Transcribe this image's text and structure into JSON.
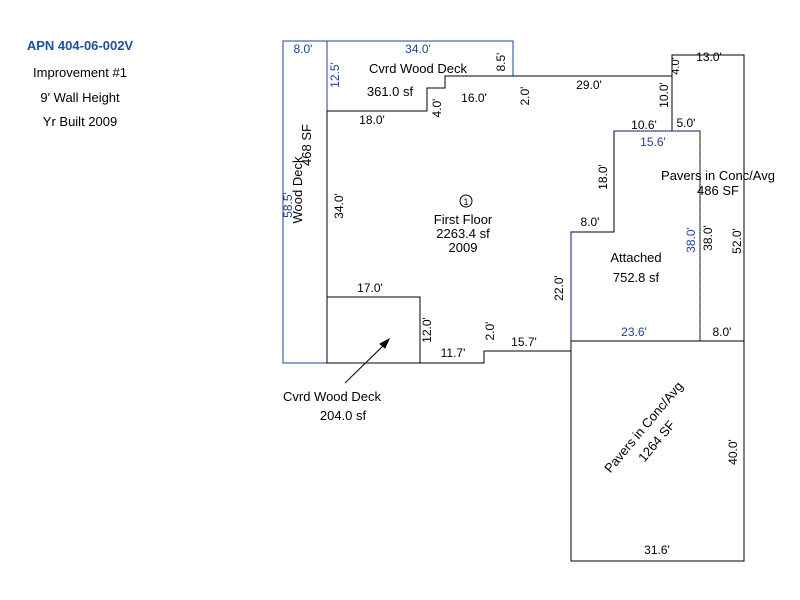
{
  "header": {
    "apn": "APN 404-06-002V",
    "improvement": "Improvement #1",
    "wall_height": "9' Wall Height",
    "year_built": "Yr Built 2009"
  },
  "areas": {
    "wood_deck": {
      "name": "Wood Deck",
      "area": "468 SF"
    },
    "cvrd_deck_top": {
      "name": "Cvrd Wood Deck",
      "area": "361.0 sf"
    },
    "first_floor": {
      "marker": "1",
      "name": "First Floor",
      "area": "2263.4 sf",
      "year": "2009"
    },
    "attached": {
      "name": "Attached",
      "area": "752.8 sf"
    },
    "pavers_top": {
      "name": "Pavers in Conc/Avg",
      "area": "486 SF"
    },
    "pavers_bottom": {
      "name": "Pavers in Conc/Avg",
      "area": "1264 SF"
    },
    "cvrd_deck_bottom": {
      "name": "Cvrd Wood Deck",
      "area": "204.0 sf"
    }
  },
  "dims": {
    "d_8_0_top": "8.0'",
    "d_34_0_top": "34.0'",
    "d_12_5": "12.5'",
    "d_8_5": "8.5'",
    "d_58_5": "58.5'",
    "d_34_0_left": "34.0'",
    "d_18_0_top": "18.0'",
    "d_4_0_mid": "4.0'",
    "d_16_0": "16.0'",
    "d_2_0_top": "2.0'",
    "d_29_0": "29.0'",
    "d_13_0": "13.0'",
    "d_4_0_right": "4.0'",
    "d_10_0": "10.0'",
    "d_10_6": "10.6'",
    "d_5_0": "5.0'",
    "d_15_6": "15.6'",
    "d_18_0_right": "18.0'",
    "d_8_0_mid": "8.0'",
    "d_38_0_blue": "38.0'",
    "d_38_0": "38.0'",
    "d_52_0": "52.0'",
    "d_22_0": "22.0'",
    "d_17_0": "17.0'",
    "d_12_0": "12.0'",
    "d_11_7": "11.7'",
    "d_2_0_bot": "2.0'",
    "d_15_7": "15.7'",
    "d_23_6": "23.6'",
    "d_8_0_right": "8.0'",
    "d_40_0": "40.0'",
    "d_31_6": "31.6'"
  }
}
